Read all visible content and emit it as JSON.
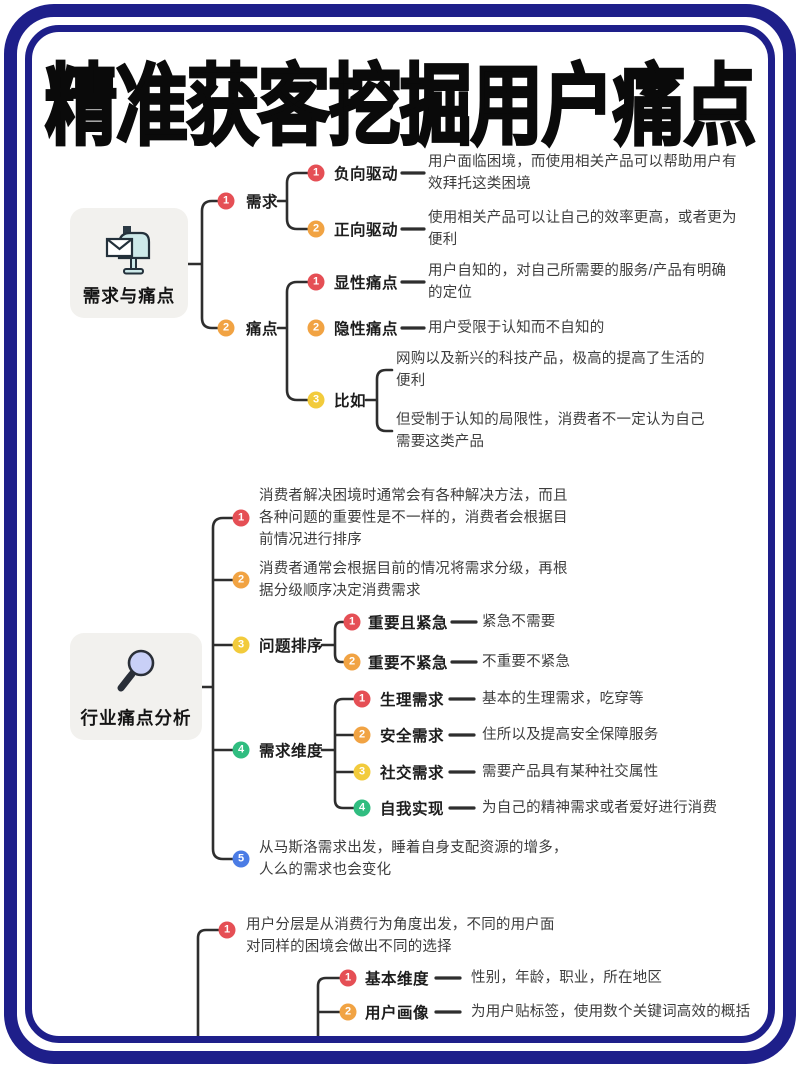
{
  "title": "精准获客挖掘用户痛点",
  "colors": {
    "frame": "#1e1f8a",
    "line": "#2e2e2e",
    "badge_red": "#e54f55",
    "badge_orange": "#f1a343",
    "badge_yellow": "#f2cb3c",
    "badge_green": "#30bd80",
    "badge_blue": "#4b7ce5",
    "node_box_bg": "#f2f1ee"
  },
  "sections": {
    "s1": {
      "node_label": "需求与痛点",
      "icon": "mailbox-icon",
      "b1": {
        "num": "1",
        "label": "需求",
        "c1": {
          "num": "1",
          "label": "负向驱动",
          "desc": "用户面临困境，而使用相关产品可以帮助用户有\n效拜托这类困境"
        },
        "c2": {
          "num": "2",
          "label": "正向驱动",
          "desc": "使用相关产品可以让自己的效率更高，或者更为\n便利"
        }
      },
      "b2": {
        "num": "2",
        "label": "痛点",
        "c1": {
          "num": "1",
          "label": "显性痛点",
          "desc": "用户自知的，对自己所需要的服务/产品有明确\n的定位"
        },
        "c2": {
          "num": "2",
          "label": "隐性痛点",
          "desc": "用户受限于认知而不自知的"
        },
        "c3": {
          "num": "3",
          "label": "比如",
          "p1": "网购以及新兴的科技产品，极高的提高了生活的\n便利",
          "p2": "但受制于认知的局限性，消费者不一定认为自己\n需要这类产品"
        }
      }
    },
    "s2": {
      "node_label": "行业痛点分析",
      "icon": "magnifier-icon",
      "b1": {
        "num": "1",
        "desc": "消费者解决困境时通常会有各种解决方法，而且\n各种问题的重要性是不一样的，消费者会根据目\n前情况进行排序"
      },
      "b2": {
        "num": "2",
        "desc": "消费者通常会根据目前的情况将需求分级，再根\n据分级顺序决定消费需求"
      },
      "b3": {
        "num": "3",
        "label": "问题排序",
        "c1": {
          "num": "1",
          "label": "重要且紧急",
          "desc": "紧急不需要"
        },
        "c2": {
          "num": "2",
          "label": "重要不紧急",
          "desc": "不重要不紧急"
        }
      },
      "b4": {
        "num": "4",
        "label": "需求维度",
        "c1": {
          "num": "1",
          "label": "生理需求",
          "desc": "基本的生理需求，吃穿等"
        },
        "c2": {
          "num": "2",
          "label": "安全需求",
          "desc": "住所以及提高安全保障服务"
        },
        "c3": {
          "num": "3",
          "label": "社交需求",
          "desc": "需要产品具有某种社交属性"
        },
        "c4": {
          "num": "4",
          "label": "自我实现",
          "desc": "为自己的精神需求或者爱好进行消费"
        }
      },
      "b5": {
        "num": "5",
        "desc": "从马斯洛需求出发，睡着自身支配资源的增多，\n人么的需求也会变化"
      }
    },
    "s3": {
      "b1": {
        "num": "1",
        "desc": "用户分层是从消费行为角度出发，不同的用户面\n对同样的困境会做出不同的选择",
        "c1": {
          "num": "1",
          "label": "基本维度",
          "desc": "性别，年龄，职业，所在地区"
        },
        "c2": {
          "num": "2",
          "label": "用户画像",
          "desc": "为用户贴标签，使用数个关键词高效的概括"
        }
      }
    }
  }
}
